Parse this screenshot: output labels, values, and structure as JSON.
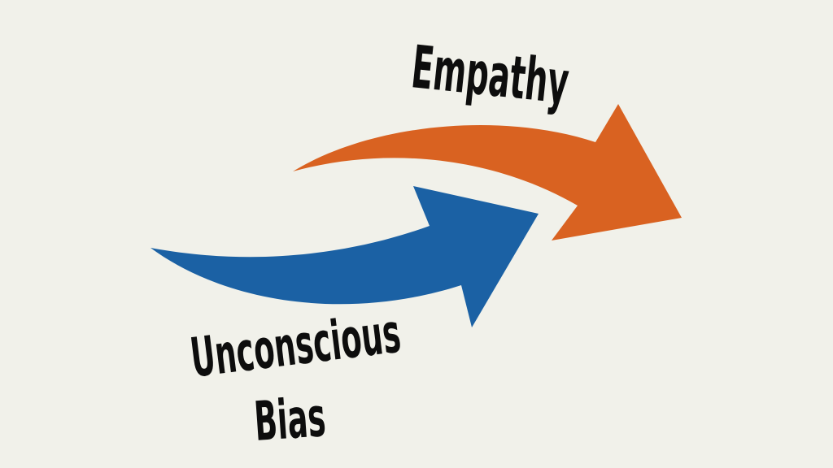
{
  "colors": {
    "background": "#f1f1ea",
    "orange_arrow": "#d96221",
    "blue_arrow": "#1b61a4",
    "text": "#0d0d0d"
  },
  "labels": {
    "top": "Empathy",
    "bottom_line1": "Unconscious",
    "bottom_line2": "Bias"
  }
}
